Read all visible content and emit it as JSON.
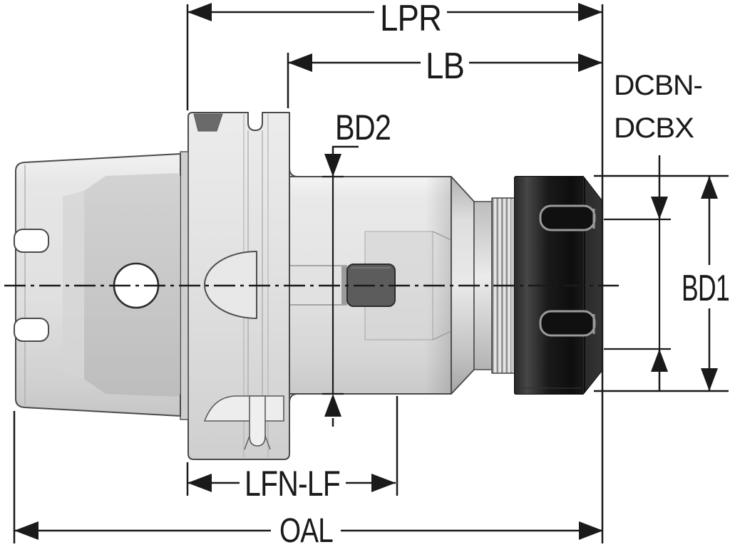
{
  "drawing": {
    "type": "technical-dimension-diagram",
    "subject": "collet-chuck-tool-holder",
    "labels": {
      "lpr": "LPR",
      "lb": "LB",
      "dcbn_line1": "DCBN-",
      "dcbn_line2": "DCBX",
      "bd2": "BD2",
      "bd1": "BD1",
      "lfn_lf": "LFN-LF",
      "oal": "OAL"
    },
    "colors": {
      "background": "#ffffff",
      "dimension_line": "#1a1a1a",
      "label_text": "#1a1a1a",
      "part_outline": "#4a4a4a",
      "body_gray": "#e2e2e2",
      "inner_gray": "#c4c4c4",
      "nut_black": "#161616",
      "slot_edge_gray": "#9a9a9a"
    }
  }
}
